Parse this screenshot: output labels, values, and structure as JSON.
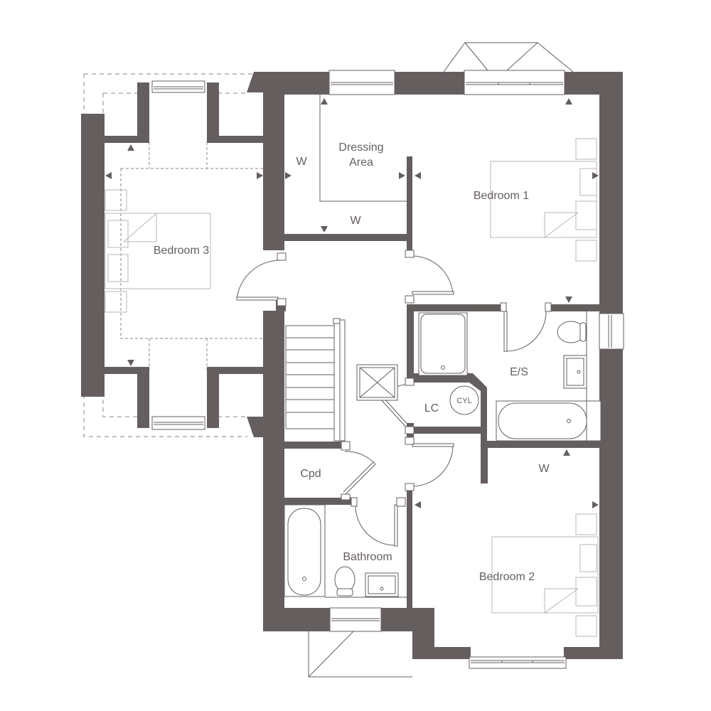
{
  "plan": {
    "type": "first-floor-plan",
    "colors": {
      "wall": "#655e5f",
      "background": "#ffffff",
      "furniture": "#b8b5b5"
    },
    "rooms": {
      "bedroom1": {
        "label": "Bedroom 1"
      },
      "bedroom2": {
        "label": "Bedroom 2"
      },
      "bedroom3": {
        "label": "Bedroom 3"
      },
      "dressing": {
        "label_line1": "Dressing",
        "label_line2": "Area"
      },
      "ensuite": {
        "label": "E/S"
      },
      "linen_cupboard": {
        "label": "LC"
      },
      "cylinder": {
        "label": "CYL"
      },
      "cupboard": {
        "label": "Cpd"
      },
      "bathroom": {
        "label": "Bathroom"
      },
      "wardrobe_dressing_side": {
        "label": "W"
      },
      "wardrobe_dressing_bottom": {
        "label": "W"
      },
      "wardrobe_ensuite": {
        "label": "W"
      }
    }
  }
}
